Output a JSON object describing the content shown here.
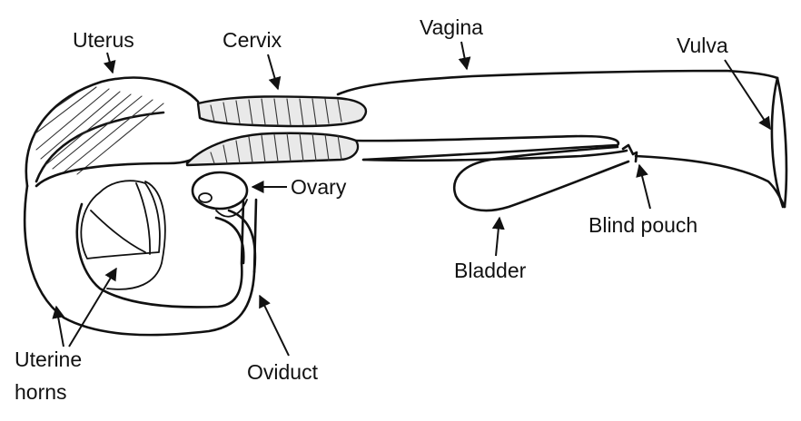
{
  "labels": {
    "uterus": "Uterus",
    "cervix": "Cervix",
    "vagina": "Vagina",
    "vulva": "Vulva",
    "ovary": "Ovary",
    "blind_pouch": "Blind pouch",
    "bladder": "Bladder",
    "uterine_horns_line1": "Uterine",
    "uterine_horns_line2": "horns",
    "oviduct": "Oviduct"
  },
  "colors": {
    "ink": "#111111",
    "background": "#ffffff"
  }
}
